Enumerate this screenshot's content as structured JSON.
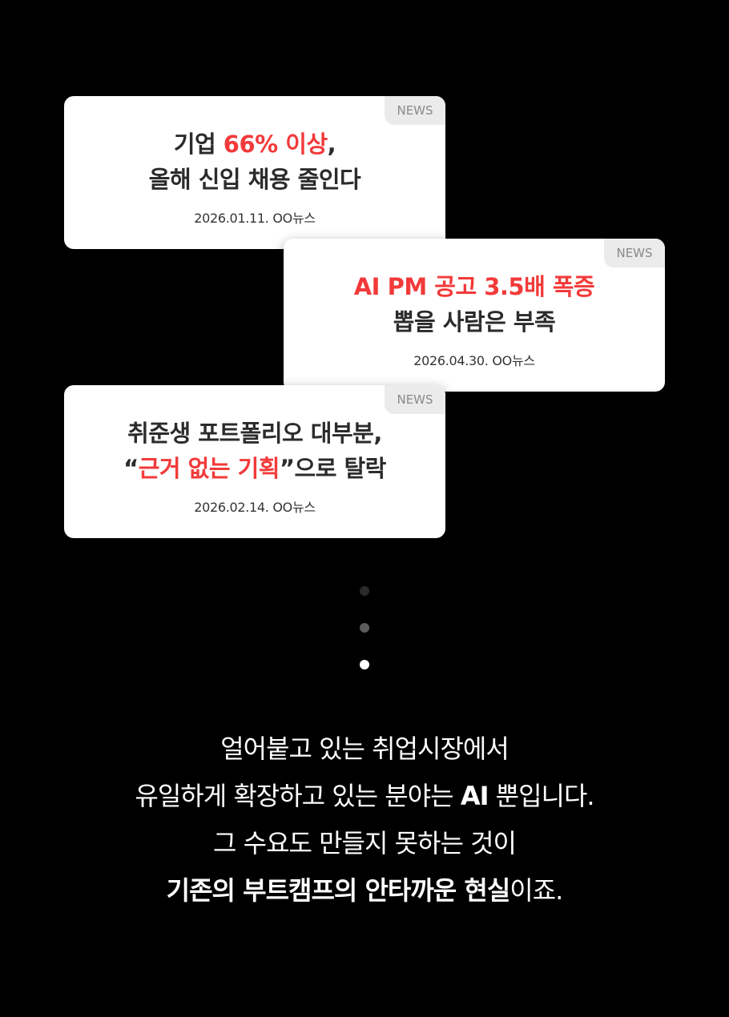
{
  "cards": [
    {
      "badge": "NEWS",
      "line1": {
        "pre": "기업 ",
        "highlight": "66% 이상",
        "post": ","
      },
      "line2": "올해 신입 채용 줄인다",
      "source": "2026.01.11. OO뉴스"
    },
    {
      "badge": "NEWS",
      "line1": {
        "highlight": "AI PM 공고 3.5배 폭증"
      },
      "line2": "뽑을 사람은 부족",
      "source": "2026.04.30. OO뉴스"
    },
    {
      "badge": "NEWS",
      "line1": "취준생 포트폴리오 대부분,",
      "line2": {
        "pre": "“",
        "highlight": "근거 없는 기획",
        "post": "”으로 탈락"
      },
      "source": "2026.02.14. OO뉴스"
    }
  ],
  "message": {
    "line1": "얼어붙고 있는 취업시장에서",
    "line2": {
      "pre": "유일하게 확장하고 있는 분야는 ",
      "bold": "AI",
      "post": " 뿐입니다."
    },
    "line3": "그 수요도 만들지 못하는 것이",
    "line4": {
      "bold": "기존의 부트캠프의 안타까운 현실",
      "post": "이죠."
    }
  },
  "colors": {
    "background": "#000000",
    "card": "#ffffff",
    "highlight": "#f23a3a",
    "badge_bg": "#ebebeb",
    "badge_text": "#8a8a8a"
  }
}
